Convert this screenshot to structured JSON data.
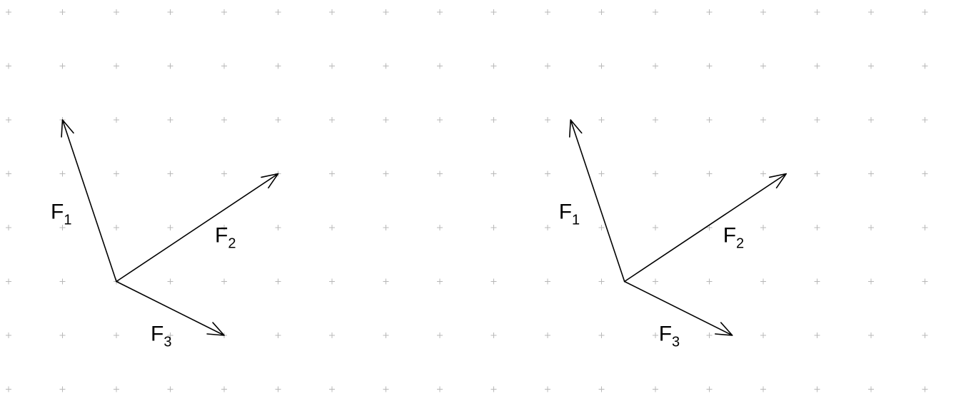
{
  "diagrams": [
    {
      "vectors": [
        {
          "label": "F",
          "subscript": "1",
          "components": [
            -1,
            3
          ]
        },
        {
          "label": "F",
          "subscript": "2",
          "components": [
            3,
            2
          ]
        },
        {
          "label": "F",
          "subscript": "3",
          "components": [
            2,
            -1
          ]
        }
      ]
    },
    {
      "vectors": [
        {
          "label": "F",
          "subscript": "1",
          "components": [
            -1,
            3
          ]
        },
        {
          "label": "F",
          "subscript": "2",
          "components": [
            3,
            2
          ]
        },
        {
          "label": "F",
          "subscript": "3",
          "components": [
            2,
            -1
          ]
        }
      ]
    }
  ],
  "grid": {
    "columns": 18,
    "rows": 8,
    "marker": "+"
  }
}
